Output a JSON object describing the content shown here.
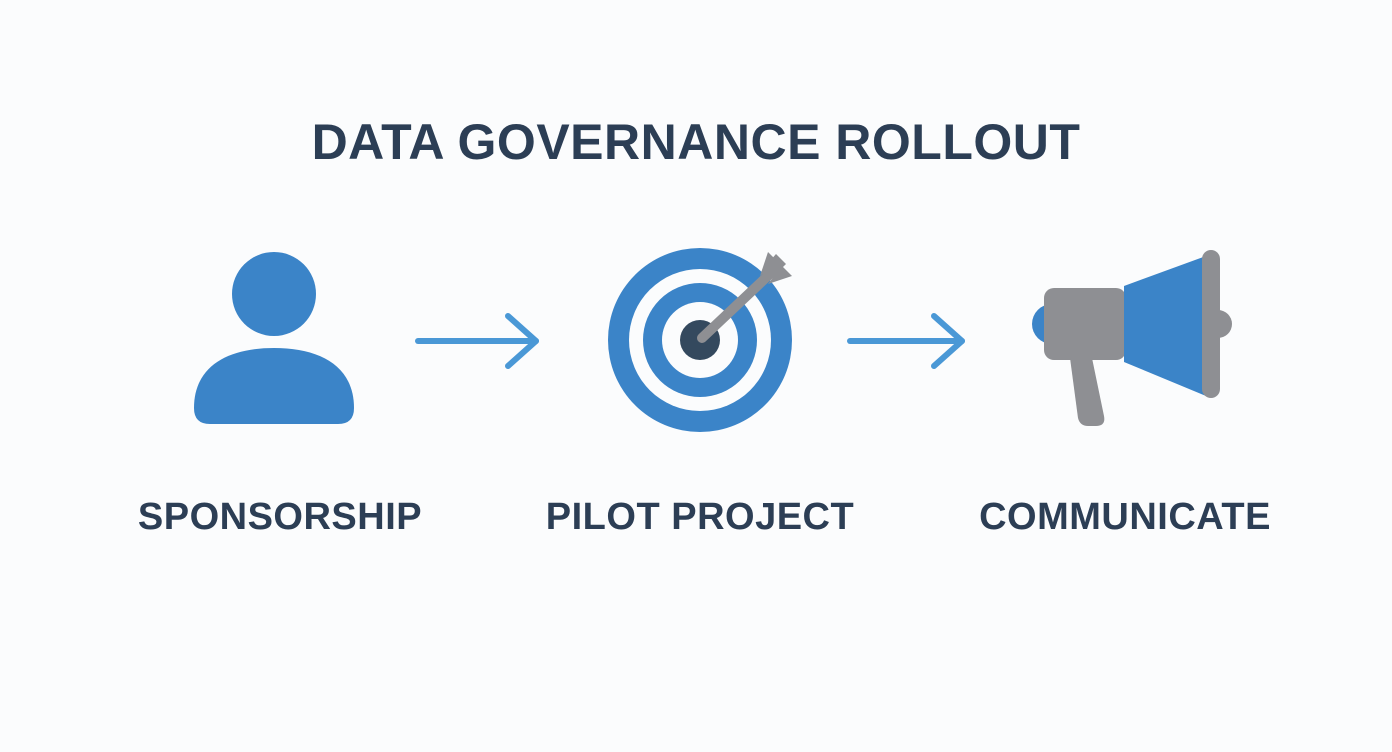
{
  "title": "DATA GOVERNANCE ROLLOUT",
  "steps": [
    {
      "label": "SPONSORSHIP",
      "icon": "person-icon"
    },
    {
      "label": "PILOT PROJECT",
      "icon": "target-icon"
    },
    {
      "label": "COMMUNICATE",
      "icon": "megaphone-icon"
    }
  ],
  "colors": {
    "text": "#2c3e55",
    "primary_blue": "#3b84c8",
    "arrow_blue": "#4a98d6",
    "gray": "#8e8f93",
    "dark_center": "#34495e",
    "background": "#fbfcfd"
  }
}
